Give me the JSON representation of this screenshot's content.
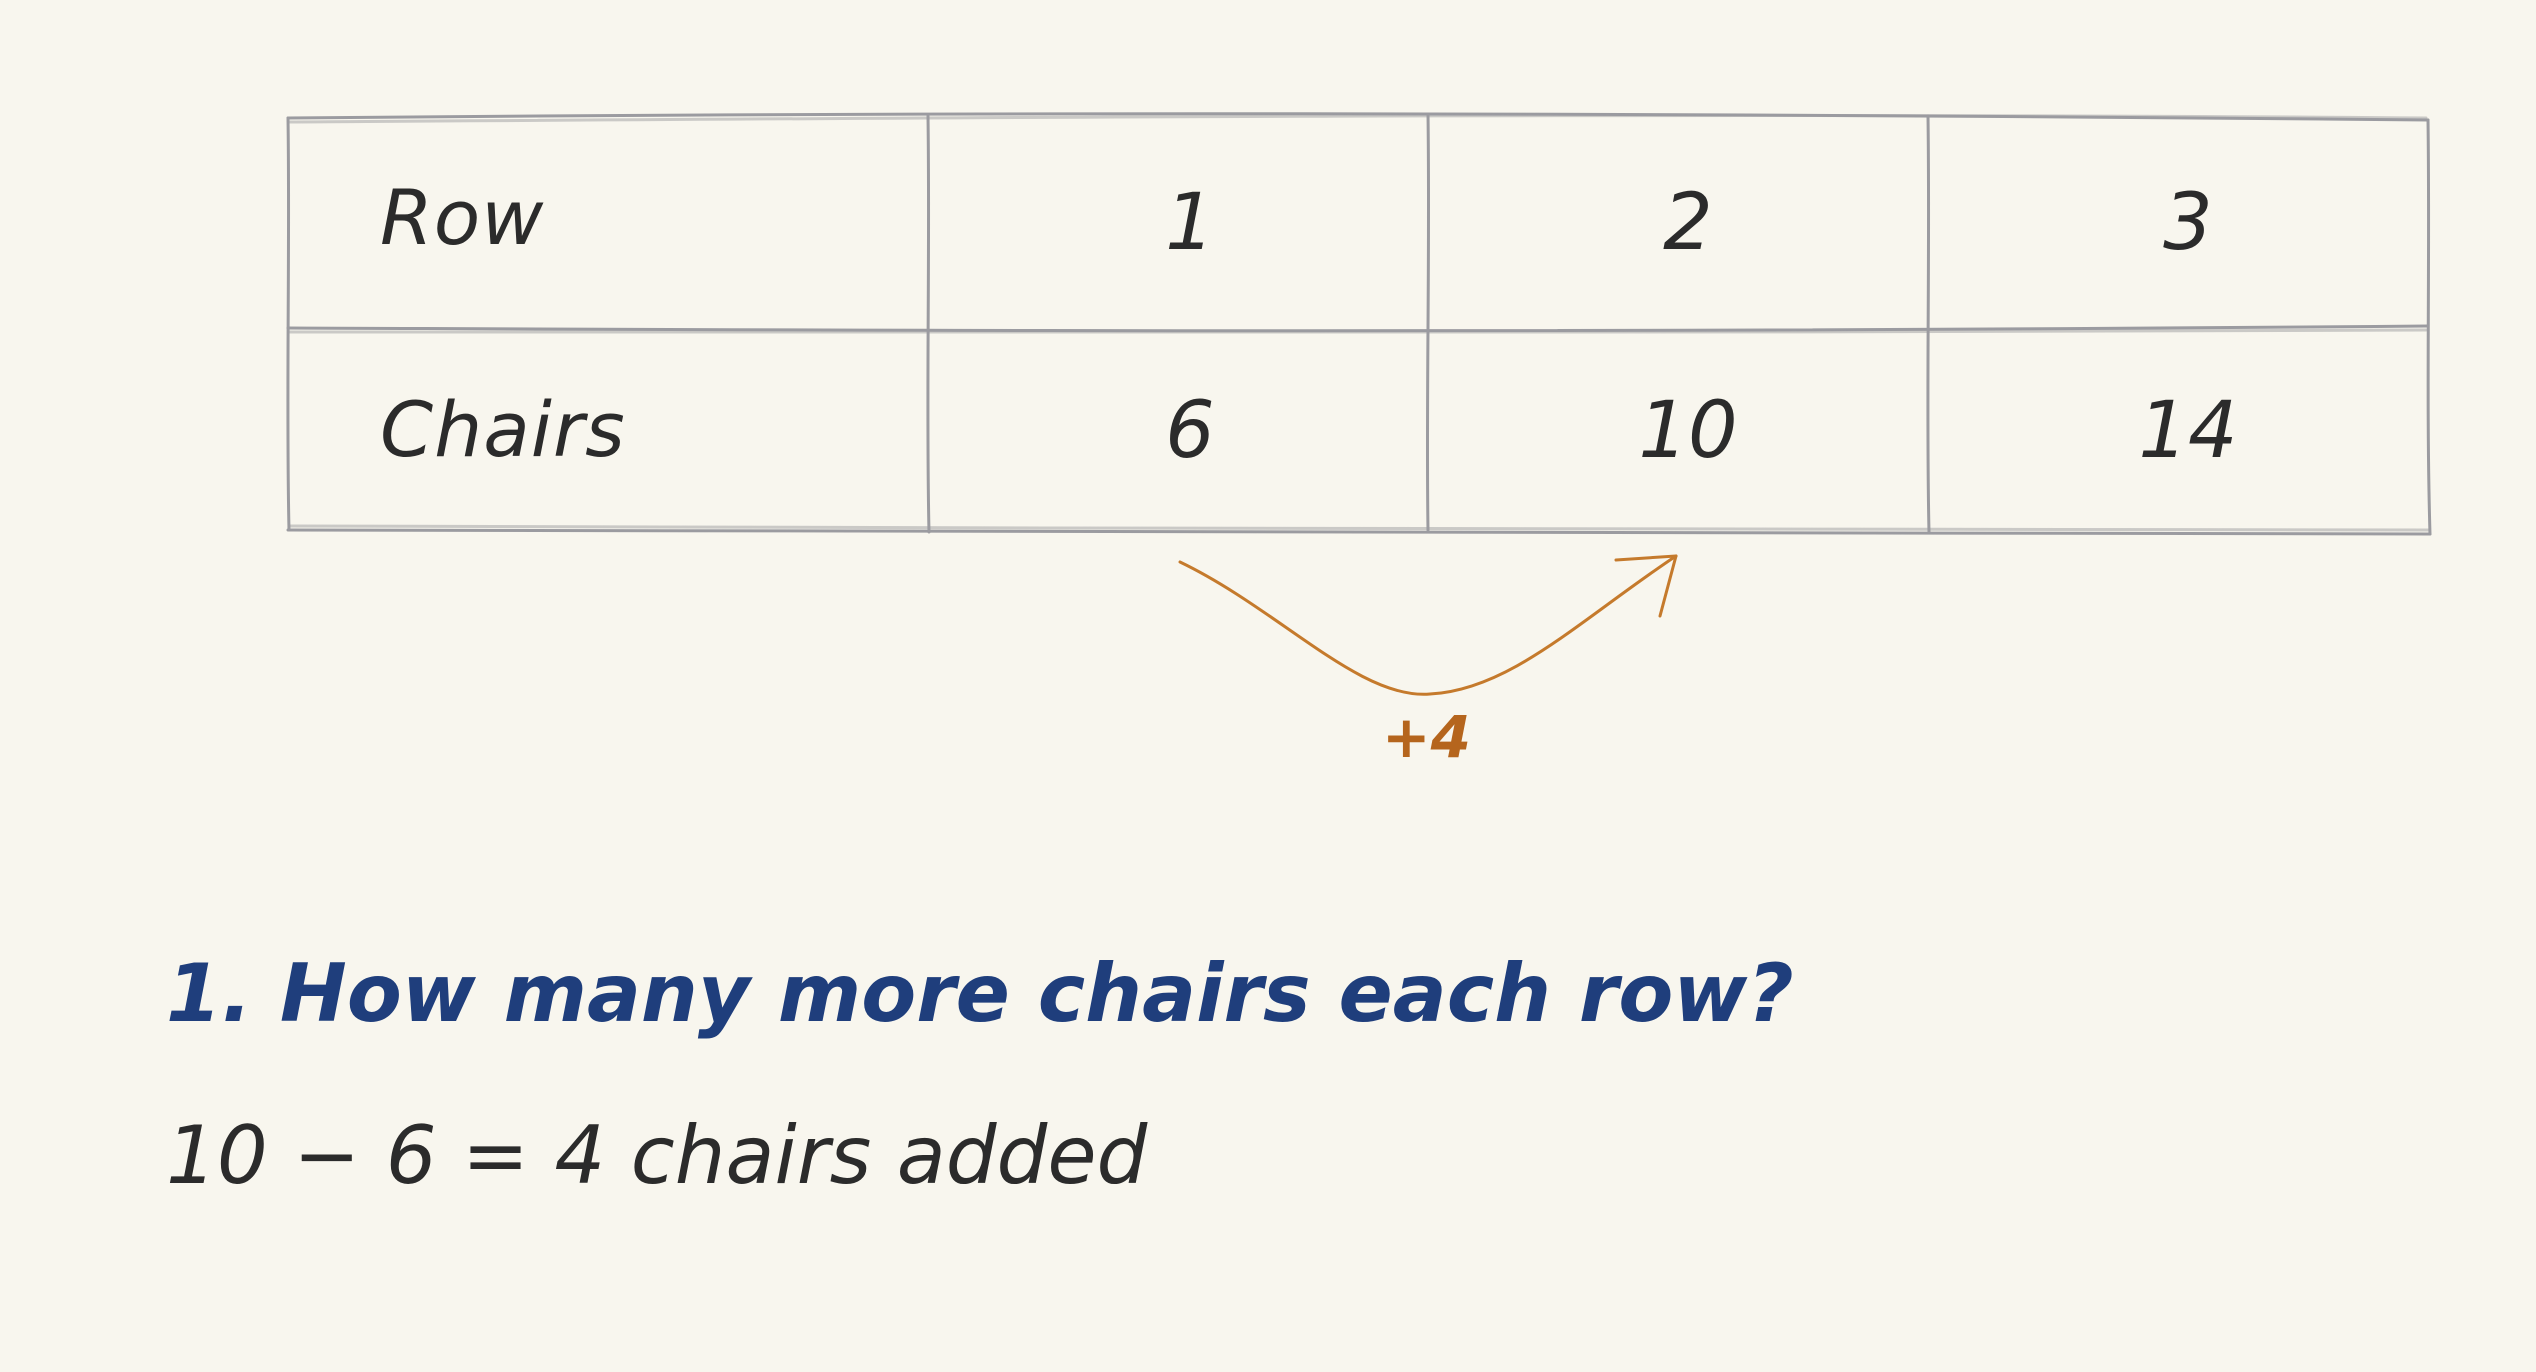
{
  "table": {
    "header_row": {
      "label": "Row",
      "values": [
        "1",
        "2",
        "3"
      ]
    },
    "data_row": {
      "label": "Chairs",
      "values": [
        "6",
        "10",
        "14"
      ]
    }
  },
  "annotation": {
    "label": "+4",
    "color": "#b5651d"
  },
  "question": {
    "text": "1. How many more chairs each row?",
    "color": "#1f3e7c"
  },
  "answer": {
    "text": "10 − 6 = 4 chairs added"
  }
}
